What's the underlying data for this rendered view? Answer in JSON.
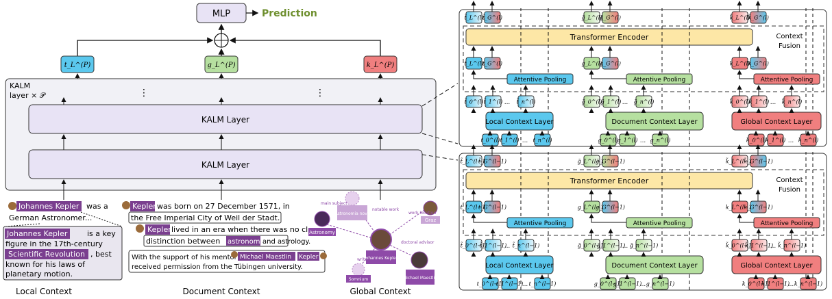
{
  "top": {
    "mlp": "MLP",
    "prediction": "Prediction",
    "out_local": "t_L^(P)",
    "out_doc": "g_L^(P)",
    "out_global": "k_L^(P)",
    "colors": {
      "local": "#5bc8ee",
      "doc": "#b6e0a0",
      "global": "#f07f7f",
      "prediction": "#6e8f2e"
    }
  },
  "kalm": {
    "stack_label_1": "KALM",
    "stack_label_2": "layer × 𝒫",
    "layer_upper": "KALM Layer",
    "layer_lower": "KALM Layer",
    "dots": "⋮"
  },
  "local_context": {
    "entity": "Johannes Kepler",
    "line1": "was a",
    "line2": "German Astronomer...",
    "box_entity": "Johannes Kepler",
    "box_l1_rest": "is a key",
    "box_l2": "figure in the 17th-century",
    "box_l3_entity": "Scientific Revolution",
    "box_l3_rest": ", best",
    "box_l4": "known for his laws of",
    "box_l5": "planetary motion.",
    "caption": "Local Context"
  },
  "document_context": {
    "s1_entity": "Kepler",
    "s1_rest": "was born on 27 December 1571, in",
    "s1_l2": "the Free Imperial City of Weil der Stadt.",
    "s2_entity": "Kepler",
    "s2_rest": "lived in an era when there was no clear",
    "s2_l2_pre": "distinction between",
    "s2_l2_entity": "astronomy",
    "s2_l2_post": "and astrology.",
    "s3_l1_pre": "With the support of his mentor",
    "s3_l1_entity1": "Michael Maestlin",
    "s3_l1_entity2": "Kepler",
    "s3_l2": "received permission from the Tübingen university.",
    "caption": "Document Context"
  },
  "global_context": {
    "center": "Johannes Kepler",
    "nodes": [
      "Astronomia nova",
      "Astronomy",
      "Graz",
      "Michael Maestlin",
      "Somnium"
    ],
    "edges": [
      "main subject",
      "notable work",
      "work location",
      "doctoral advisor",
      "write"
    ],
    "caption": "Global Context"
  },
  "detail": {
    "encoder": "Transformer Encoder",
    "context_fusion_1": "Context",
    "context_fusion_2": "Fusion",
    "attentive_pooling": "Attentive Pooling",
    "local_layer": "Local Context Layer",
    "doc_layer": "Document Context Layer",
    "global_layer": "Global Context Layer",
    "ellipsis": "...",
    "upper_tokens": {
      "local_in": [
        "t_0^(l)",
        "t_1^(l)",
        "t_n^(l)"
      ],
      "doc_in": [
        "g_0^(l)",
        "g_1^(l)",
        "g_n^(l)"
      ],
      "global_in": [
        "k_0^(l)",
        "k_1^(l)",
        "k_n^(l)"
      ],
      "local_mid": [
        "t̃_0^(l)",
        "t̃_1^(l)",
        "t̃_n^(l)"
      ],
      "doc_mid": [
        "g̃_0^(l)",
        "g̃_1^(l)",
        "g̃_n^(l)"
      ],
      "global_mid": [
        "k̃_0^(l)",
        "k̃_1^(l)",
        "k̃_n^(l)"
      ],
      "local_pool": [
        "t_L^(l)",
        "t_G^(l)"
      ],
      "doc_pool": [
        "g_L^(l)",
        "g_G^(l)"
      ],
      "global_pool": [
        "k_L^(l)",
        "k_G^(l)"
      ],
      "local_out": [
        "t̃_L^(l)",
        "t̃_G^(l)"
      ],
      "doc_out": [
        "g̃_L^(l)",
        "g̃_G^(l)"
      ],
      "global_out": [
        "k̃_L^(l)",
        "k̃_G^(l)"
      ]
    },
    "lower_tokens": {
      "local_in": [
        "t_0^(l−1)",
        "t_1^(l−1)",
        "t_n^(l−1)"
      ],
      "doc_in": [
        "g_0^(l−1)",
        "g_1^(l−1)",
        "g_n^(l−1)"
      ],
      "global_in": [
        "k_0^(l−1)",
        "k_1^(l−1)",
        "k_n^(l−1)"
      ],
      "local_mid": [
        "t̃_0^(l−1)",
        "t̃_1^(l−1)",
        "t̃_n^(l−1)"
      ],
      "doc_mid": [
        "g̃_0^(l−1)",
        "g̃_1^(l−1)",
        "g̃_n^(l−1)"
      ],
      "global_mid": [
        "k̃_0^(l−1)",
        "k̃_1^(l−1)",
        "k̃_n^(l−1)"
      ],
      "local_pool": [
        "t_L^(l−1)",
        "t_G^(l−1)"
      ],
      "doc_pool": [
        "g_L^(l−1)",
        "g_G^(l−1)"
      ],
      "global_pool": [
        "k_L^(l−1)",
        "k_G^(l−1)"
      ],
      "local_out": [
        "t̃_L^(l−1)",
        "t̃_G^(l−1)"
      ],
      "doc_out": [
        "g̃_L^(l−1)",
        "g̃_G^(l−1)"
      ],
      "global_out": [
        "k̃_L^(l−1)",
        "k̃_G^(l−1)"
      ]
    }
  }
}
